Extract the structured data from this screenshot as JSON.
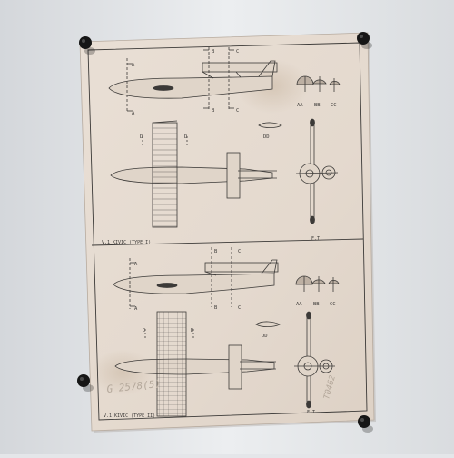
{
  "plan_top": {
    "title": "V.1 KIVIC (TYPE I)",
    "section_labels": [
      "A",
      "A",
      "B",
      "B",
      "C",
      "C"
    ],
    "plan_view_labels": [
      "D",
      "D"
    ],
    "airfoil_label": "DD",
    "cross_section_labels": [
      "AA",
      "BB",
      "CC"
    ],
    "sheet_mark": "F.T"
  },
  "plan_bottom": {
    "title": "V.1 KIVIC (TYPE II)",
    "section_labels": [
      "A",
      "A",
      "B",
      "B",
      "C",
      "C"
    ],
    "plan_view_labels": [
      "D",
      "D"
    ],
    "airfoil_label": "DD",
    "cross_section_labels": [
      "AA",
      "BB",
      "CC"
    ],
    "sheet_mark": "F.T"
  },
  "handwriting": {
    "left_note": "G 2578(5)",
    "right_note": "T0462"
  },
  "colors": {
    "wall": "#e4e6e9",
    "paper": "#e6dbd0",
    "ink": "#3c3a38",
    "pin": "#161616"
  }
}
